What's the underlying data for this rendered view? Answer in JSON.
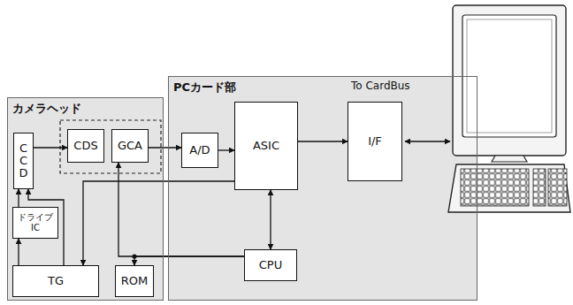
{
  "diagram": {
    "nodes": [
      {
        "text": [
          "カメラヘッド"
        ]
      },
      {
        "text": [
          "CCD"
        ],
        "in": 0
      },
      {
        "text": [
          "CDS"
        ],
        "in": 0
      },
      {
        "text": [
          "GCA"
        ],
        "in": 0
      },
      {
        "text": [
          "ドライブ IC"
        ],
        "in": 0
      },
      {
        "text": [
          "TG"
        ],
        "in": 0
      },
      {
        "text": [
          "ROM"
        ],
        "in": 0
      },
      {
        "text": [
          "PCカード部"
        ]
      },
      {
        "text": [
          "A/D"
        ],
        "in": 7
      },
      {
        "text": [
          "ASIC"
        ],
        "in": 7
      },
      {
        "text": [
          "I/F"
        ],
        "in": 7
      },
      {
        "text": [
          "CPU"
        ],
        "in": 7
      }
    ],
    "edges": [
      {
        "from": 1,
        "to": 2,
        "arrow": "to"
      },
      {
        "from": 3,
        "to": 8,
        "arrow": "to"
      },
      {
        "from": 8,
        "to": 9,
        "arrow": "to"
      },
      {
        "from": 9,
        "to": 10,
        "arrow": "to"
      },
      {
        "from": 9,
        "to": 11,
        "arrow": "both"
      },
      {
        "from": 4,
        "to": 1,
        "arrow": "to"
      },
      {
        "from": 5,
        "to": 4,
        "arrow": "to"
      },
      {
        "from": 5,
        "to": 1,
        "arrow": "to"
      },
      {
        "from": 9,
        "to": 5,
        "arrow": "to"
      },
      {
        "from": 11,
        "to": 3,
        "arrow": "to"
      },
      {
        "from": 11,
        "to": 6,
        "arrow": "to"
      }
    ],
    "labels": [
      "To CardBus"
    ]
  }
}
